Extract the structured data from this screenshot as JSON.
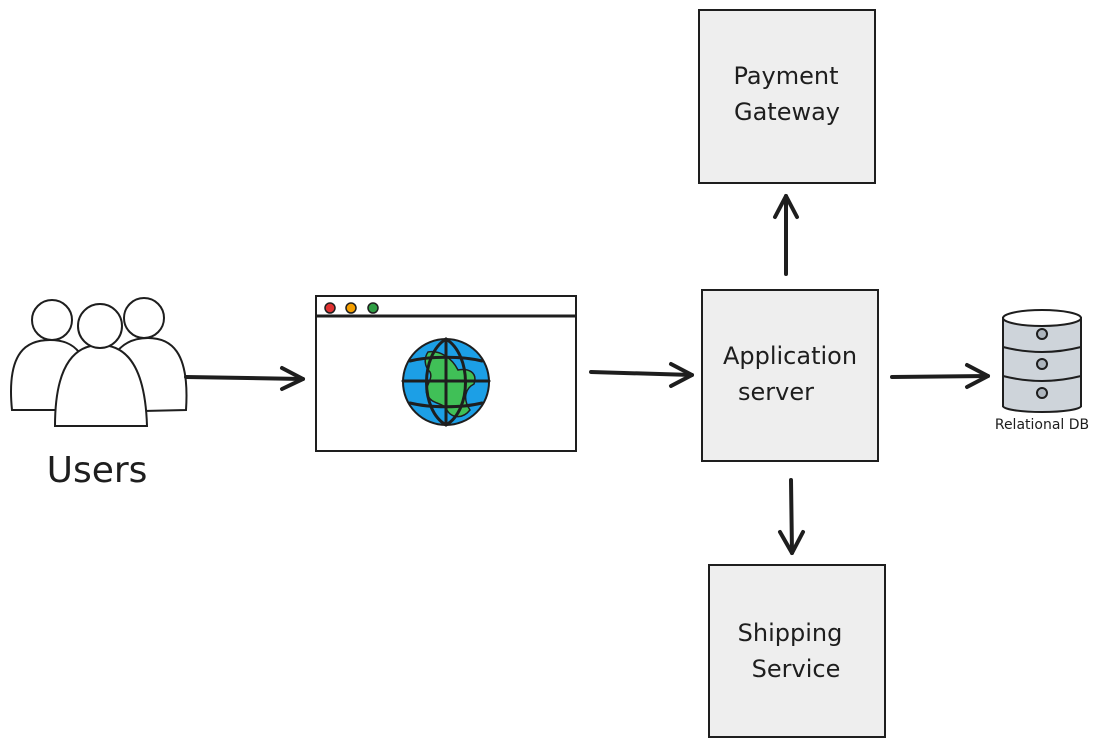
{
  "users": {
    "label": "Users"
  },
  "payment_gateway": {
    "line1": "Payment",
    "line2": "Gateway"
  },
  "application_server": {
    "line1": "Application",
    "line2": "server"
  },
  "shipping_service": {
    "line1": "Shipping",
    "line2": "Service"
  },
  "database": {
    "label": "Relational DB"
  },
  "colors": {
    "stroke": "#1e1e1e",
    "box_fill": "#eeeeee",
    "globe_ocean": "#1c9fe6",
    "globe_land": "#40c057",
    "dot_red": "#e03131",
    "dot_yellow": "#f59f00",
    "dot_green": "#2f9e44",
    "db_fill": "#ced4da",
    "db_button": "#adb5bd"
  }
}
